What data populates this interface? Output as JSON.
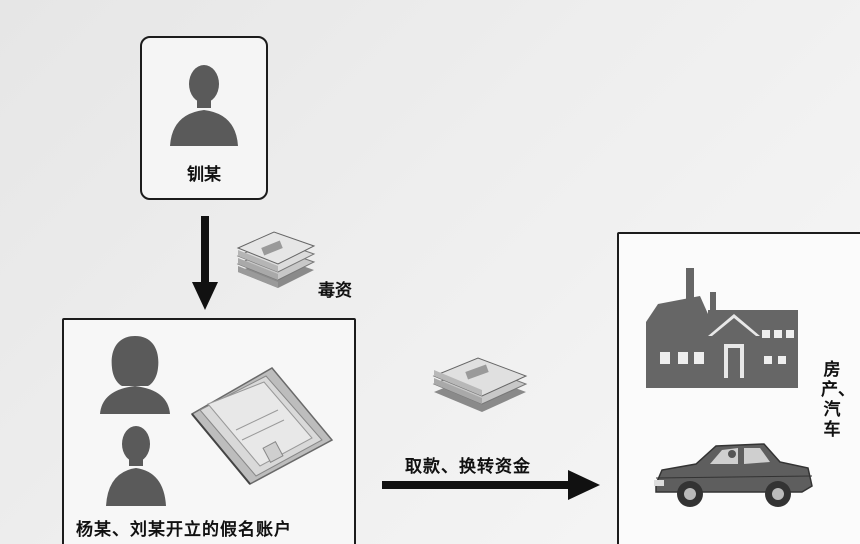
{
  "diagram": {
    "person_top": {
      "name": "钏某"
    },
    "drug_money": {
      "label": "毒资"
    },
    "accounts": {
      "label": "杨某、刘某开立的假名账户"
    },
    "transfer": {
      "label": "取款、换转资金"
    },
    "assets": {
      "label": "房产、汽车"
    }
  }
}
